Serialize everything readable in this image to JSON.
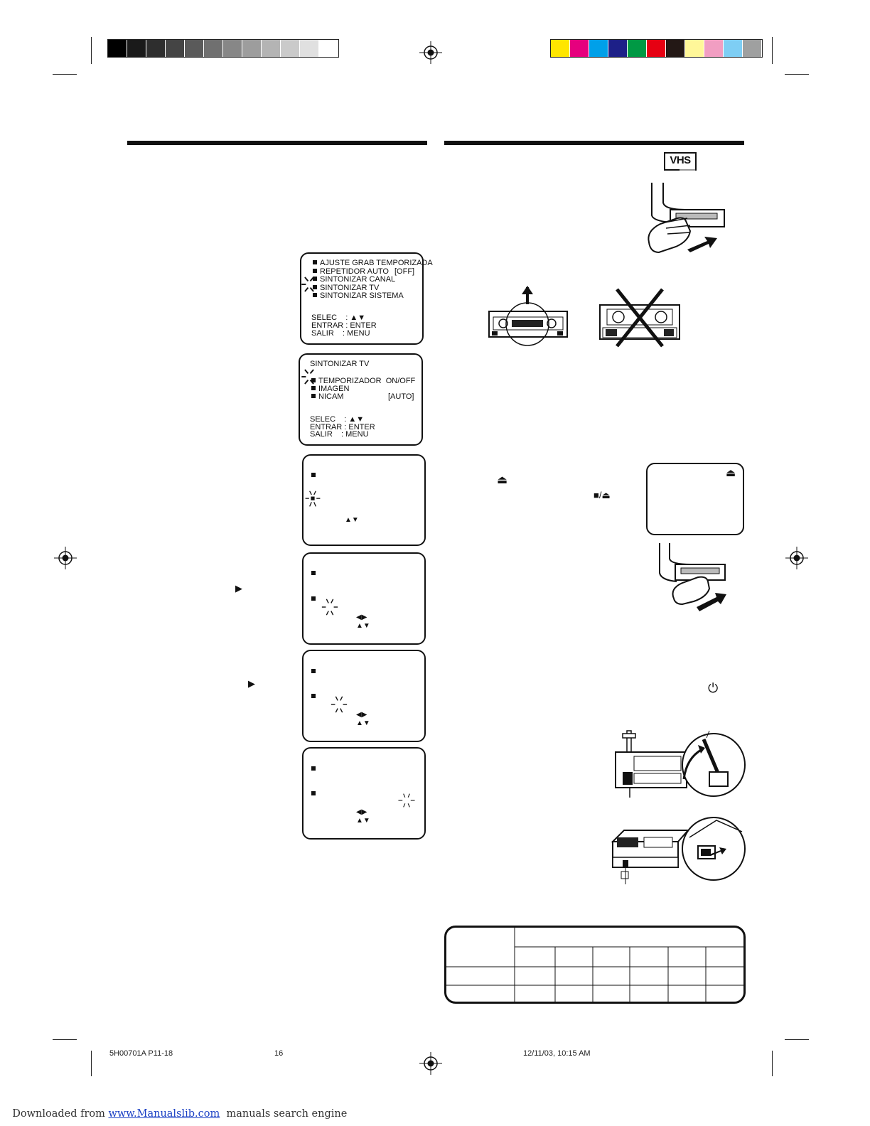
{
  "osd_menu_1": {
    "items": [
      "AJUSTE GRAB TEMPORIZADA",
      "REPETIDOR AUTO",
      "SINTONIZAR CANAL",
      "SINTONIZAR TV",
      "SINTONIZAR SISTEMA"
    ],
    "repetidor_value": "[OFF]",
    "help": [
      "SELEC    : ▲▼",
      "ENTRAR : ENTER",
      "SALIR    : MENU"
    ]
  },
  "osd_menu_2": {
    "title": "SINTONIZAR TV",
    "items": [
      "TEMPORIZADOR  ON/OFF",
      "IMAGEN",
      "NICAM"
    ],
    "nicam_value": "[AUTO]",
    "help": [
      "SELEC    : ▲▼",
      "ENTRAR : ENTER",
      "SALIR    : MENU"
    ]
  },
  "osd_small": {
    "updown": "▲▼",
    "leftright": "◀▶"
  },
  "icons": {
    "eject_symbol": "⏏",
    "stop_eject": "■/⏏",
    "play_arrow": "▶",
    "power": "⏻",
    "vhs_logo": "VHS"
  },
  "footer": {
    "code": "5H00701A P11-18",
    "page": "16",
    "date": "12/11/03, 10:15 AM"
  },
  "download": {
    "prefix": "Downloaded from ",
    "link": "www.Manualslib.com",
    "suffix": "  manuals search engine"
  },
  "colors": {
    "gray_swatches": [
      "#000000",
      "#1a1a1a",
      "#2e2e2e",
      "#444444",
      "#5a5a5a",
      "#707070",
      "#878787",
      "#9d9d9d",
      "#b4b4b4",
      "#cacaca",
      "#e0e0e0",
      "#ffffff"
    ],
    "color_swatches": [
      "#ffe600",
      "#e6007e",
      "#00a0e9",
      "#1d2088",
      "#009944",
      "#e60012",
      "#231815",
      "#fff799",
      "#f19ec2",
      "#7ecef4",
      "#9fa0a0"
    ]
  }
}
